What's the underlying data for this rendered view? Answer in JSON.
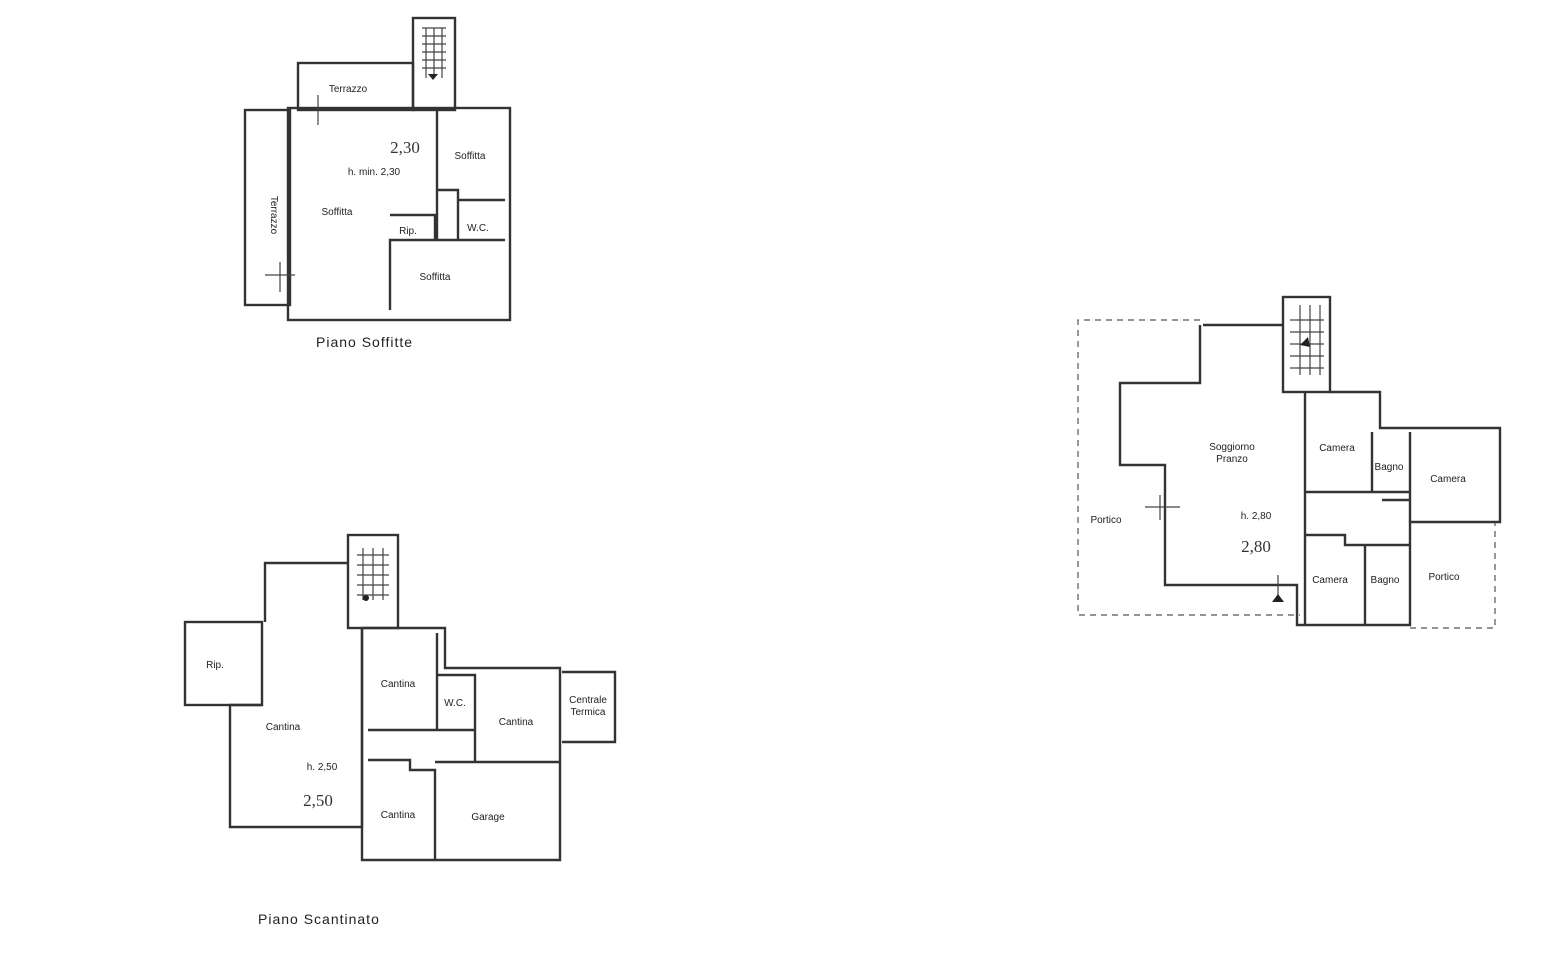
{
  "plans": {
    "attic": {
      "title": "Piano Soffitte",
      "height_label": "h. min. 2,30",
      "height_handwritten": "2,30",
      "rooms": [
        "Terrazzo",
        "Terrazzo",
        "Soffitta",
        "Soffitta",
        "Rip.",
        "W.C.",
        "Soffitta"
      ]
    },
    "ground": {
      "rooms": [
        "Soggiorno",
        "Pranzo",
        "Camera",
        "Bagno",
        "Camera",
        "Camera",
        "Bagno",
        "Portico",
        "Portico"
      ],
      "height_label": "h. 2,80",
      "height_handwritten": "2,80"
    },
    "basement": {
      "title": "Piano Scantinato",
      "height_label": "h. 2,50",
      "height_handwritten": "2,50",
      "rooms": [
        "Rip.",
        "Cantina",
        "Cantina",
        "W.C.",
        "Cantina",
        "Centrale",
        "Termica",
        "Cantina",
        "Garage"
      ]
    }
  }
}
